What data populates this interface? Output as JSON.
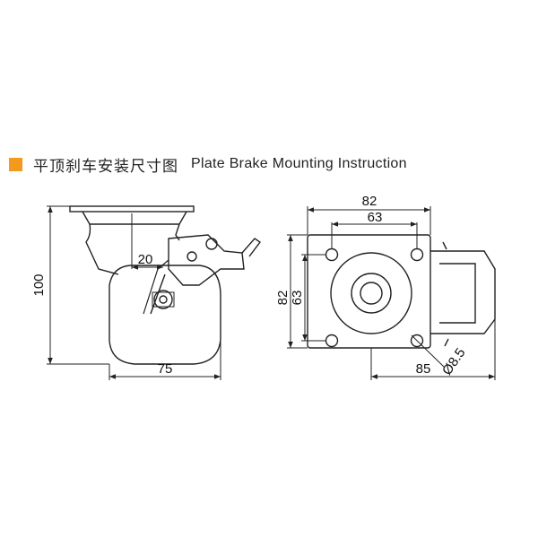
{
  "header": {
    "title_cn": "平顶刹车安装尺寸图",
    "title_en": "Plate Brake Mounting Instruction",
    "accent_color": "#f39a1e",
    "accent_icon": "orange-square-icon"
  },
  "side_view": {
    "height_label": "100",
    "width_label": "75",
    "offset_label": "20"
  },
  "top_view": {
    "plate_width_label": "82",
    "hole_spacing_width_label": "63",
    "plate_height_label": "82",
    "hole_spacing_height_label": "63",
    "overall_length_label": "85",
    "hole_diameter_label": "Ø8.5"
  }
}
